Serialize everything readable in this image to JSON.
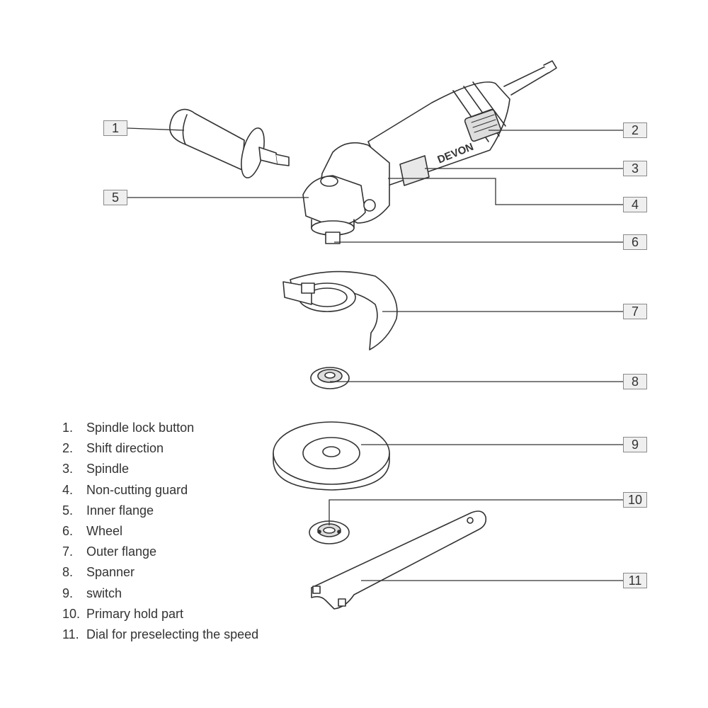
{
  "callouts": [
    {
      "id": "1",
      "label": "1"
    },
    {
      "id": "2",
      "label": "2"
    },
    {
      "id": "3",
      "label": "3"
    },
    {
      "id": "4",
      "label": "4"
    },
    {
      "id": "5",
      "label": "5"
    },
    {
      "id": "6",
      "label": "6"
    },
    {
      "id": "7",
      "label": "7"
    },
    {
      "id": "8",
      "label": "8"
    },
    {
      "id": "9",
      "label": "9"
    },
    {
      "id": "10",
      "label": "10"
    },
    {
      "id": "11",
      "label": "11"
    }
  ],
  "brand_text": "DEVON",
  "legend": [
    {
      "number": "1.",
      "text": "Spindle lock button"
    },
    {
      "number": "2.",
      "text": "Shift direction"
    },
    {
      "number": "3.",
      "text": "Spindle"
    },
    {
      "number": "4.",
      "text": "Non-cutting guard"
    },
    {
      "number": "5.",
      "text": "Inner flange"
    },
    {
      "number": "6.",
      "text": "Wheel"
    },
    {
      "number": "7.",
      "text": "Outer flange"
    },
    {
      "number": "8.",
      "text": "Spanner"
    },
    {
      "number": "9.",
      "text": "switch"
    },
    {
      "number": "10.",
      "text": "Primary hold part"
    },
    {
      "number": "11.",
      "text": "Dial for preselecting the speed"
    }
  ],
  "colors": {
    "line": "#333333",
    "box_fill": "#efefef",
    "box_border": "#8a8a8a"
  }
}
